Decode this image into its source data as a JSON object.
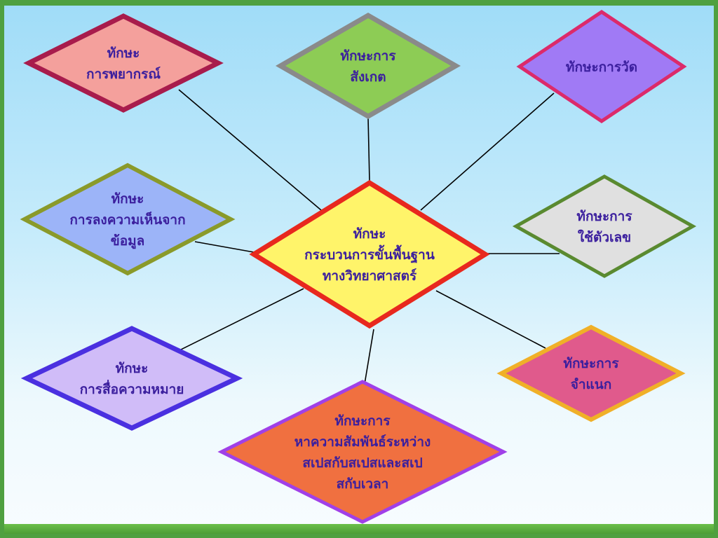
{
  "center": {
    "lines": [
      "ทักษะ",
      "กระบวนการขั้นพื้นฐาน",
      "ทางวิทยาศาสตร์"
    ],
    "fill": "#fff46a",
    "stroke": "#e8281e"
  },
  "nodes": [
    {
      "id": "prediction",
      "lines": [
        "ทักษะ",
        "การพยากรณ์"
      ],
      "fill": "#f4a09c",
      "stroke": "#a81c4c"
    },
    {
      "id": "observation",
      "lines": [
        "ทักษะการ",
        "สังเกต"
      ],
      "fill": "#8dcc55",
      "stroke": "#8a8a8a"
    },
    {
      "id": "measurement",
      "lines": [
        "ทักษะการวัด"
      ],
      "fill": "#a07af5",
      "stroke": "#dc2a6a"
    },
    {
      "id": "inference",
      "lines": [
        "ทักษะ",
        "การลงความเห็นจาก",
        "ข้อมูล"
      ],
      "fill": "#9cb4f8",
      "stroke": "#8a9a2a"
    },
    {
      "id": "using-numbers",
      "lines": [
        "ทักษะการ",
        "ใช้ตัวเลข"
      ],
      "fill": "#e0e0e0",
      "stroke": "#5a8a30"
    },
    {
      "id": "communication",
      "lines": [
        "ทักษะ",
        "การสื่อความหมาย"
      ],
      "fill": "#d0bcf8",
      "stroke": "#4a30e0"
    },
    {
      "id": "classification",
      "lines": [
        "ทักษะการ",
        "จำแนก"
      ],
      "fill": "#e05a8c",
      "stroke": "#f0b028"
    },
    {
      "id": "space-time",
      "lines": [
        "ทักษะการ",
        "หาความสัมพันธ์ระหว่าง",
        "สเปสกับสเปสและสเป",
        "สกับเวลา"
      ],
      "fill": "#f07040",
      "stroke": "#a040e8"
    }
  ]
}
